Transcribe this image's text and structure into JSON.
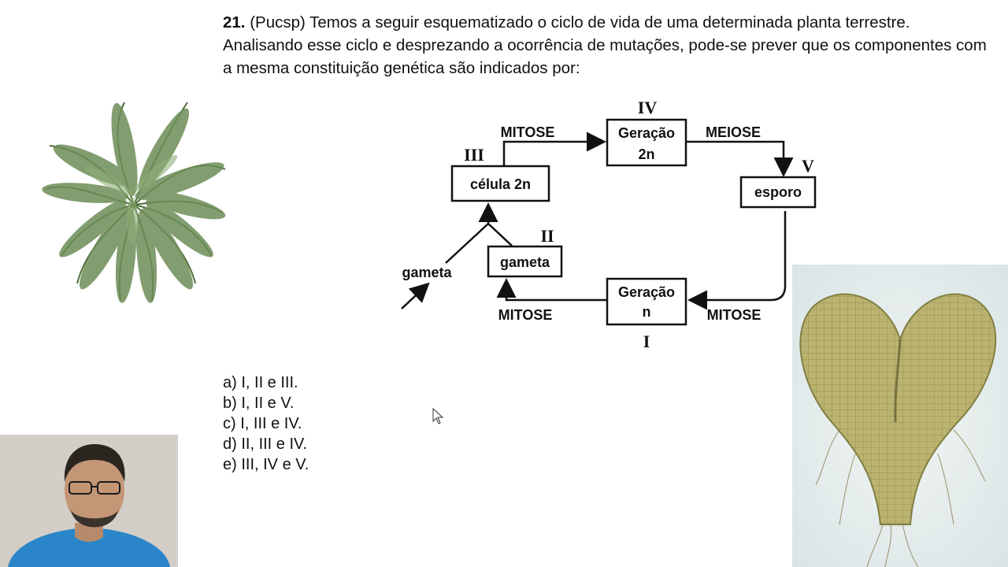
{
  "question": {
    "number": "21.",
    "text": " (Pucsp) Temos a seguir esquematizado o ciclo de vida de uma determinada planta terrestre.  Analisando esse ciclo e desprezando a ocorrência de mutações, pode-se prever que os componentes com a mesma constituição genética são indicados por:"
  },
  "diagram": {
    "nodes": {
      "celula": "célula 2n",
      "geracao2n_line1": "Geração",
      "geracao2n_line2": "2n",
      "esporo": "esporo",
      "geracaon_line1": "Geração",
      "geracaon_line2": "n",
      "gameta_box": "gameta"
    },
    "labels": {
      "mitose_top": "MITOSE",
      "meiose": "MEIOSE",
      "mitose_right": "MITOSE",
      "mitose_bottom": "MITOSE",
      "gameta_free": "gameta"
    },
    "roman": {
      "I": "I",
      "II": "II",
      "III": "III",
      "IV": "IV",
      "V": "V"
    }
  },
  "answers": [
    "a) I, II e III.",
    "b) I, II e V.",
    "c) I, III e IV.",
    "d) II, III e IV.",
    "e) III,  IV e V."
  ],
  "colors": {
    "background": "#ffffff",
    "text": "#111111",
    "fern_green": "#5f7f4a",
    "prothallus": "#a9a05a",
    "webcam_shirt": "#2a86c8"
  }
}
